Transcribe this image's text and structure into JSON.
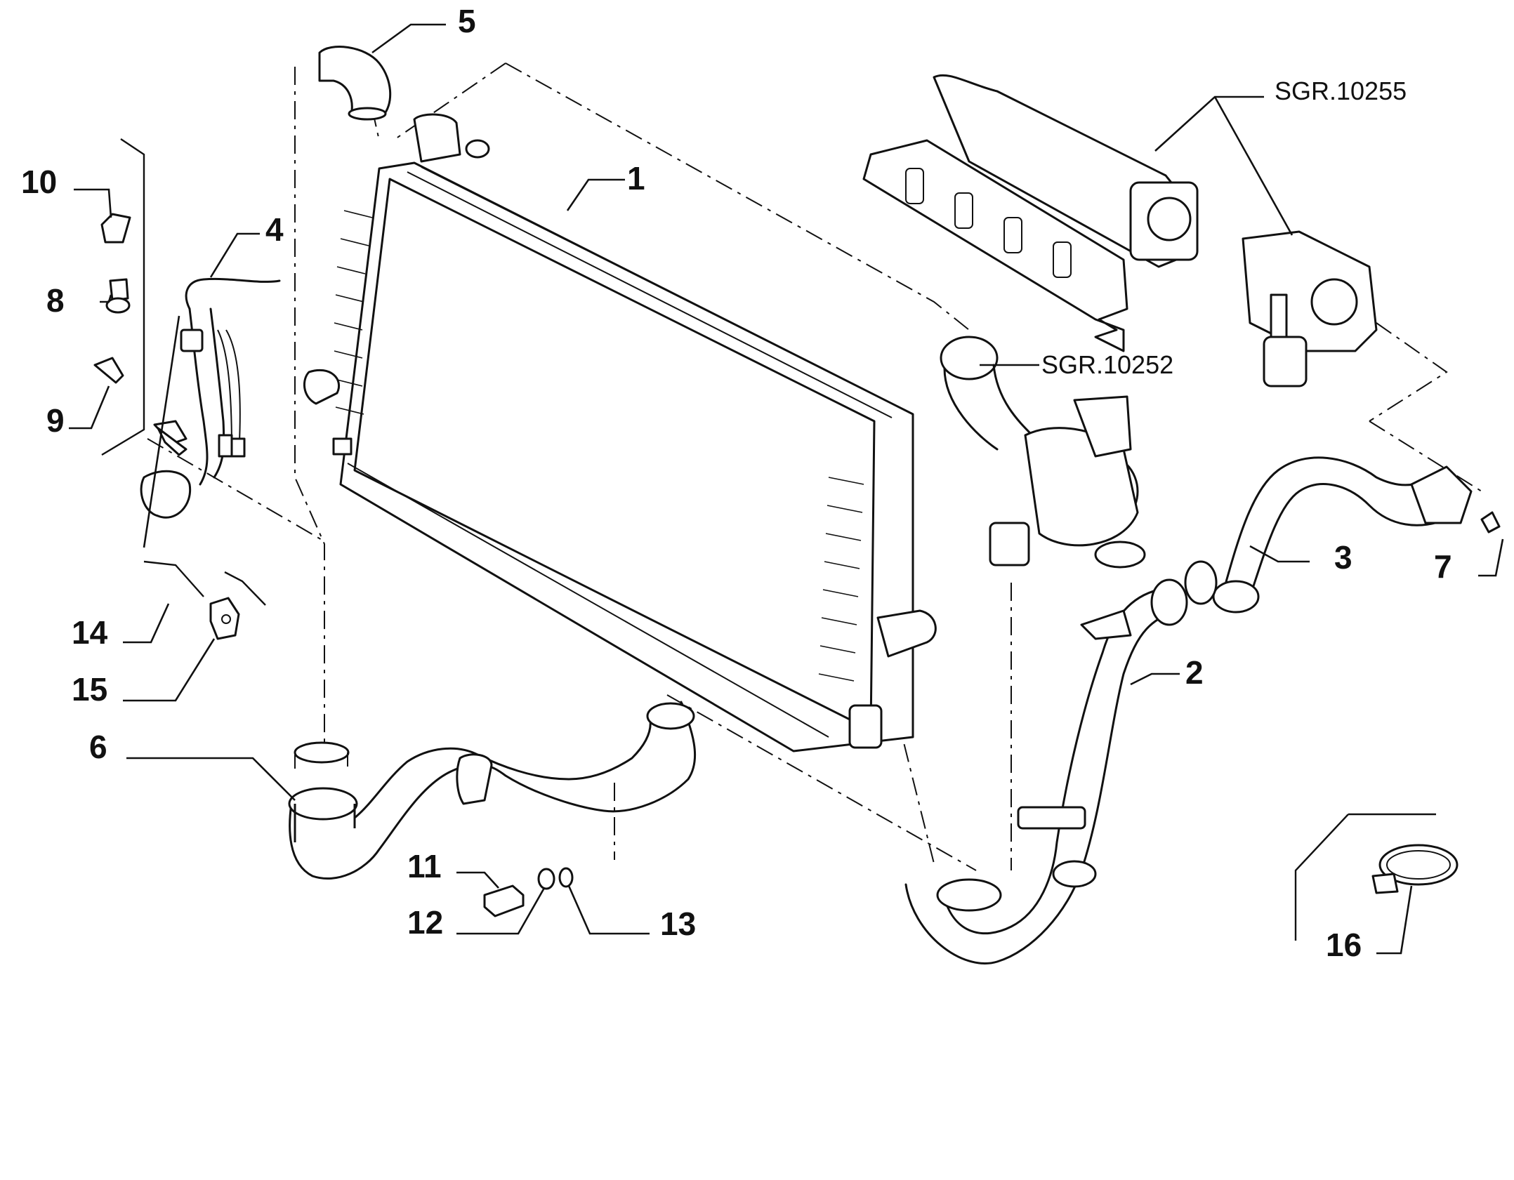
{
  "labels": {
    "p1": "1",
    "p2": "2",
    "p3": "3",
    "p4": "4",
    "p5": "5",
    "p6": "6",
    "p7": "7",
    "p8": "8",
    "p9": "9",
    "p10": "10",
    "p11": "11",
    "p12": "12",
    "p13": "13",
    "p14": "14",
    "p15": "15",
    "p16": "16"
  },
  "references": {
    "intake_manifold": "SGR.10255",
    "turbocharger": "SGR.10252"
  }
}
